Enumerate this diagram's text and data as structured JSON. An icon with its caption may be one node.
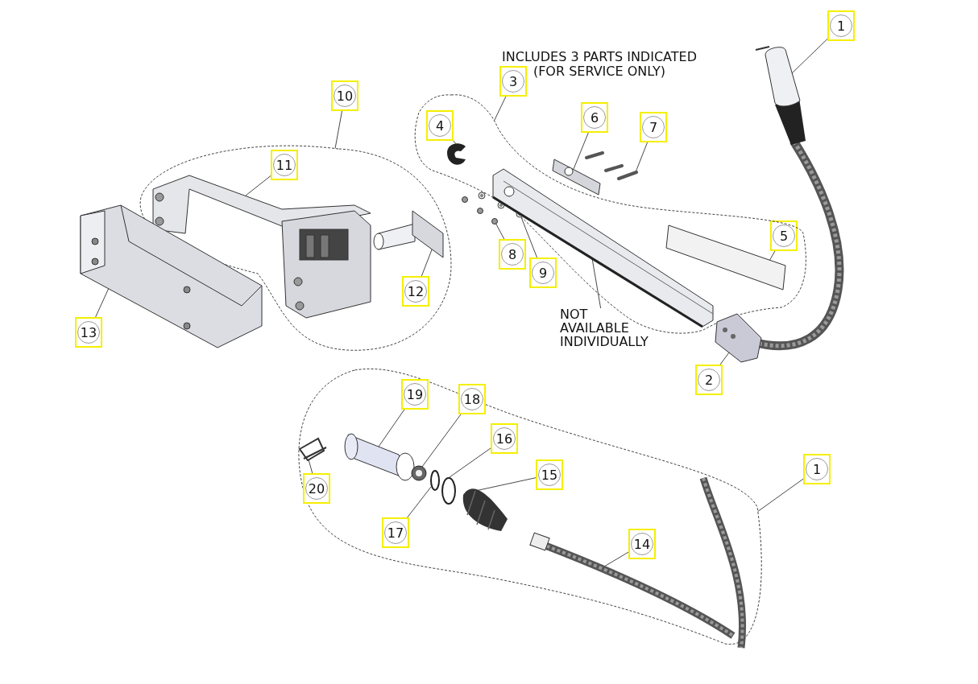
{
  "diagram": {
    "nodes": [
      {
        "text": [
          "1"
        ]
      },
      {
        "text": [
          "3"
        ],
        "beside": [
          "INCLUDES 3 PARTS INDICATED (FOR SERVICE ONLY)"
        ]
      },
      {
        "text": [
          "10"
        ]
      },
      {
        "text": [
          "4"
        ],
        "in": 23
      },
      {
        "text": [
          "6"
        ]
      },
      {
        "text": [
          "7"
        ]
      },
      {
        "text": [
          "11"
        ],
        "in": 24
      },
      {
        "text": [
          "5"
        ]
      },
      {
        "text": [
          "8"
        ]
      },
      {
        "text": [
          "9"
        ]
      },
      {
        "text": [
          "12"
        ],
        "in": 24
      },
      {
        "text": [
          "NOT AVAILABLE INDIVIDUALLY"
        ]
      },
      {
        "text": [
          "13"
        ]
      },
      {
        "text": [
          "2"
        ]
      },
      {
        "text": [
          "19"
        ],
        "in": 36
      },
      {
        "text": [
          "18"
        ],
        "in": 36
      },
      {
        "text": [
          "16"
        ],
        "in": 36
      },
      {
        "text": [
          "15"
        ],
        "in": 36
      },
      {
        "text": [
          "1"
        ]
      },
      {
        "text": [
          "20"
        ],
        "in": 36
      },
      {
        "text": [
          "17"
        ],
        "in": 36
      },
      {
        "text": [
          "14"
        ],
        "in": 36
      },
      {
        "text": [],
        "shape": "picture"
      },
      {
        "text": [],
        "shape": "cloud"
      },
      {
        "text": [],
        "shape": "cloud"
      },
      {
        "text": [],
        "shape": "picture",
        "in": 23
      },
      {
        "text": [],
        "shape": "picture"
      },
      {
        "text": [],
        "shape": "picture"
      },
      {
        "text": [],
        "shape": "picture",
        "in": 24
      },
      {
        "text": [],
        "shape": "picture",
        "in": 23
      },
      {
        "text": [],
        "shape": "picture",
        "in": 23
      },
      {
        "text": [],
        "shape": "picture",
        "in": 23
      },
      {
        "text": [],
        "shape": "picture",
        "in": 24
      },
      {
        "text": [],
        "shape": "picture",
        "in": 23
      },
      {
        "text": [],
        "shape": "picture"
      },
      {
        "text": [],
        "shape": "picture"
      },
      {
        "text": [],
        "shape": "cloud"
      },
      {
        "text": [],
        "shape": "picture",
        "in": 36
      },
      {
        "text": [],
        "shape": "picture",
        "in": 36
      },
      {
        "text": [],
        "shape": "circle",
        "in": 36
      },
      {
        "text": [],
        "shape": "picture",
        "in": 36
      },
      {
        "text": [],
        "shape": "picture",
        "in": 36
      },
      {
        "text": [],
        "shape": "circle",
        "in": 36
      },
      {
        "text": [],
        "shape": "picture",
        "in": 36
      }
    ],
    "edges": [
      {
        "from": 0,
        "to": 22,
        "arrow": "none"
      },
      {
        "from": 1,
        "to": 23,
        "arrow": "none"
      },
      {
        "from": 2,
        "to": 24,
        "arrow": "none"
      },
      {
        "from": 3,
        "to": 25,
        "arrow": "none"
      },
      {
        "from": 4,
        "to": 26,
        "arrow": "none"
      },
      {
        "from": 5,
        "to": 27,
        "arrow": "none"
      },
      {
        "from": 6,
        "to": 28,
        "arrow": "none"
      },
      {
        "from": 7,
        "to": 29,
        "arrow": "none"
      },
      {
        "from": 8,
        "to": 30,
        "arrow": "none"
      },
      {
        "from": 9,
        "to": 31,
        "arrow": "none"
      },
      {
        "from": 10,
        "to": 32,
        "arrow": "none"
      },
      {
        "from": 11,
        "to": 33,
        "arrow": "none"
      },
      {
        "from": 12,
        "to": 34,
        "arrow": "none"
      },
      {
        "from": 13,
        "to": 35,
        "arrow": "none"
      },
      {
        "from": 14,
        "to": 37,
        "arrow": "none"
      },
      {
        "from": 15,
        "to": 38,
        "arrow": "none"
      },
      {
        "from": 16,
        "to": 39,
        "arrow": "none"
      },
      {
        "from": 17,
        "to": 40,
        "arrow": "none"
      },
      {
        "from": 18,
        "to": 36,
        "arrow": "none"
      },
      {
        "from": 19,
        "to": 41,
        "arrow": "none"
      },
      {
        "from": 20,
        "to": 42,
        "arrow": "none"
      },
      {
        "from": 21,
        "to": 43,
        "arrow": "none"
      }
    ]
  }
}
